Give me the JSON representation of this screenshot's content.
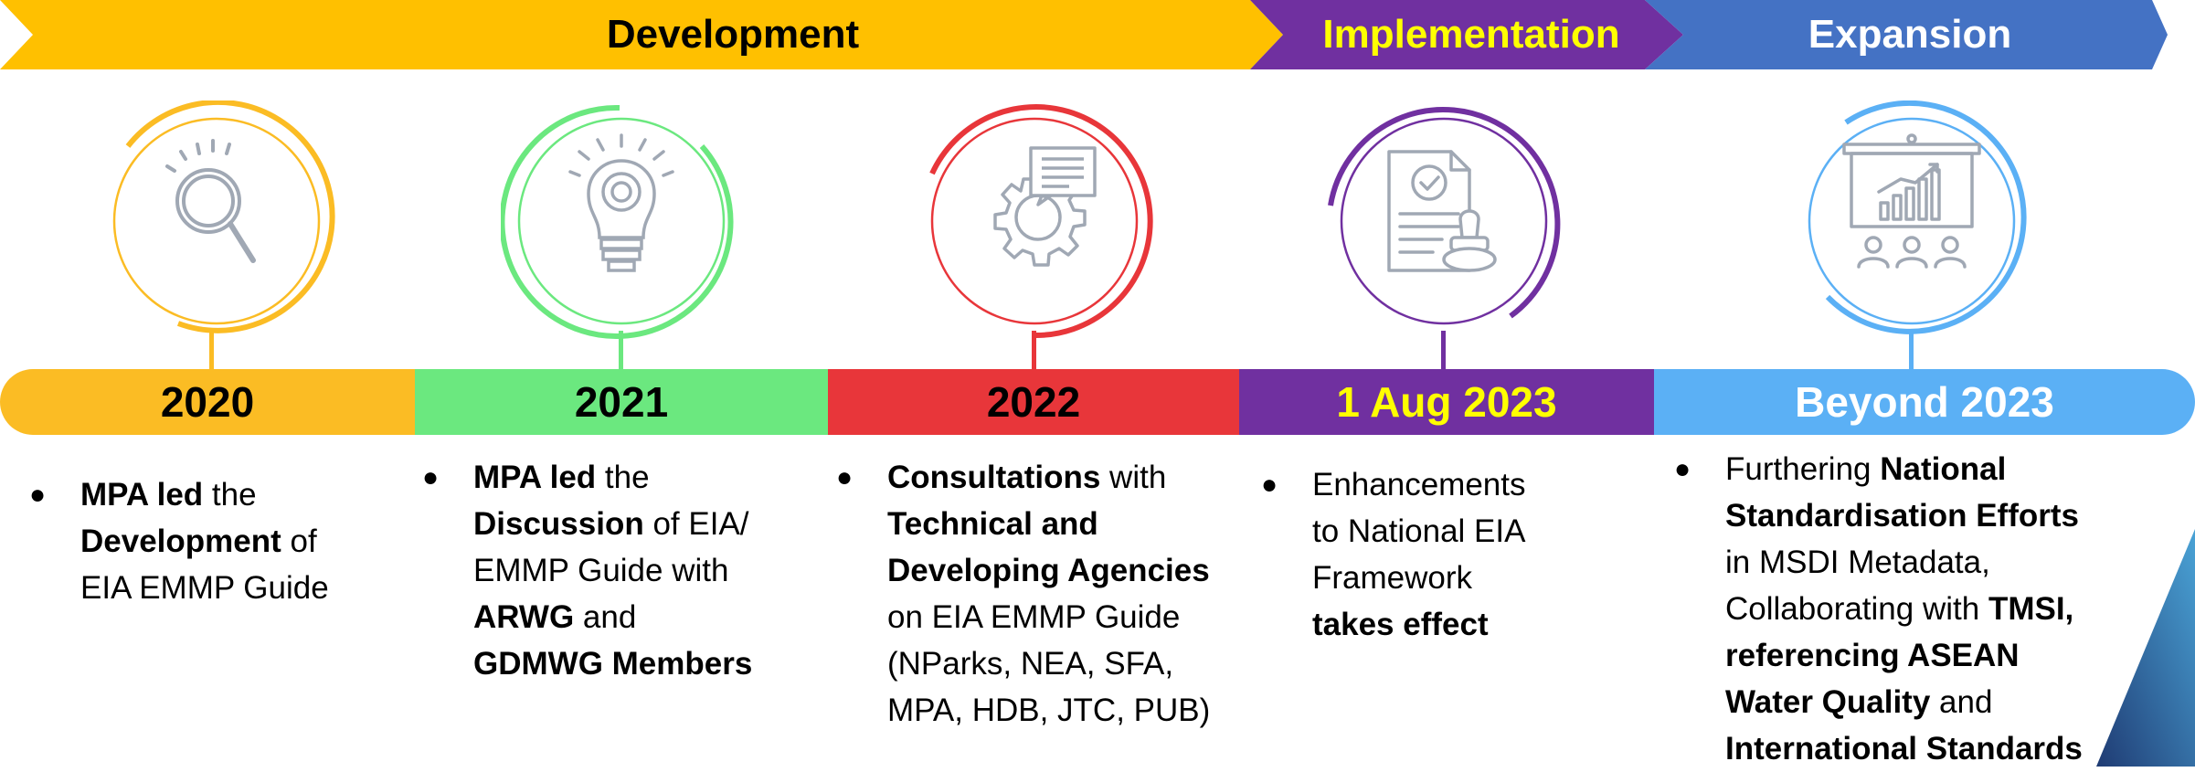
{
  "phases": [
    {
      "label": "Development",
      "color": "#FFC000",
      "text_color": "#000000"
    },
    {
      "label": "Implementation",
      "color": "#7030A0",
      "text_color": "#FFFF00"
    },
    {
      "label": "Expansion",
      "color": "#4472C4",
      "text_color": "#FFFFFF"
    }
  ],
  "timeline": [
    {
      "year": "2020",
      "color": "#FBBC24",
      "year_text_color": "#000000",
      "icon": "magnifier-icon",
      "bullet": "●",
      "lines": [
        [
          {
            "t": "MPA led",
            "b": true
          },
          {
            "t": " the",
            "b": false
          }
        ],
        [
          {
            "t": "Development",
            "b": true
          },
          {
            "t": " of",
            "b": false
          }
        ],
        [
          {
            "t": "EIA EMMP Guide",
            "b": false
          }
        ]
      ]
    },
    {
      "year": "2021",
      "color": "#6BE87F",
      "year_text_color": "#000000",
      "icon": "lightbulb-icon",
      "bullet": "●",
      "lines": [
        [
          {
            "t": "MPA led",
            "b": true
          },
          {
            "t": " the",
            "b": false
          }
        ],
        [
          {
            "t": "Discussion",
            "b": true
          },
          {
            "t": " of EIA/",
            "b": false
          }
        ],
        [
          {
            "t": "EMMP Guide with",
            "b": false
          }
        ],
        [
          {
            "t": "ARWG",
            "b": true
          },
          {
            "t": " and",
            "b": false
          }
        ],
        [
          {
            "t": "GDMWG Members",
            "b": true
          }
        ]
      ]
    },
    {
      "year": "2022",
      "color": "#E8363A",
      "year_text_color": "#000000",
      "icon": "gear-document-icon",
      "bullet": "●",
      "lines": [
        [
          {
            "t": "Consultations",
            "b": true
          },
          {
            "t": " with",
            "b": false
          }
        ],
        [
          {
            "t": "Technical and",
            "b": true
          }
        ],
        [
          {
            "t": "Developing Agencies",
            "b": true
          }
        ],
        [
          {
            "t": "on EIA EMMP Guide",
            "b": false
          }
        ],
        [
          {
            "t": "(NParks, NEA, SFA,",
            "b": false
          }
        ],
        [
          {
            "t": "MPA, HDB, JTC, PUB)",
            "b": false
          }
        ]
      ]
    },
    {
      "year": "1 Aug 2023",
      "color": "#7030A0",
      "year_text_color": "#FFFF00",
      "icon": "approved-document-stamp-icon",
      "bullet": "●",
      "lines": [
        [
          {
            "t": "Enhancements",
            "b": false
          }
        ],
        [
          {
            "t": "to National EIA",
            "b": false
          }
        ],
        [
          {
            "t": "Framework",
            "b": false
          }
        ],
        [
          {
            "t": "takes effect",
            "b": true
          }
        ]
      ]
    },
    {
      "year": "Beyond 2023",
      "color": "#5BB0F5",
      "year_text_color": "#FFFFFF",
      "icon": "presentation-board-icon",
      "bullet": "●",
      "lines": [
        [
          {
            "t": "Furthering ",
            "b": false
          },
          {
            "t": "National",
            "b": true
          }
        ],
        [
          {
            "t": "Standardisation Efforts",
            "b": true
          }
        ],
        [
          {
            "t": "in MSDI Metadata,",
            "b": false
          }
        ],
        [
          {
            "t": "Collaborating with ",
            "b": false
          },
          {
            "t": "TMSI,",
            "b": true
          }
        ],
        [
          {
            "t": "referencing ASEAN",
            "b": true
          }
        ],
        [
          {
            "t": "Water Quality",
            "b": true
          },
          {
            "t": " and",
            "b": false
          }
        ],
        [
          {
            "t": "International Standards",
            "b": true
          }
        ]
      ]
    }
  ],
  "icon_stroke_color": "#A0A8B4"
}
